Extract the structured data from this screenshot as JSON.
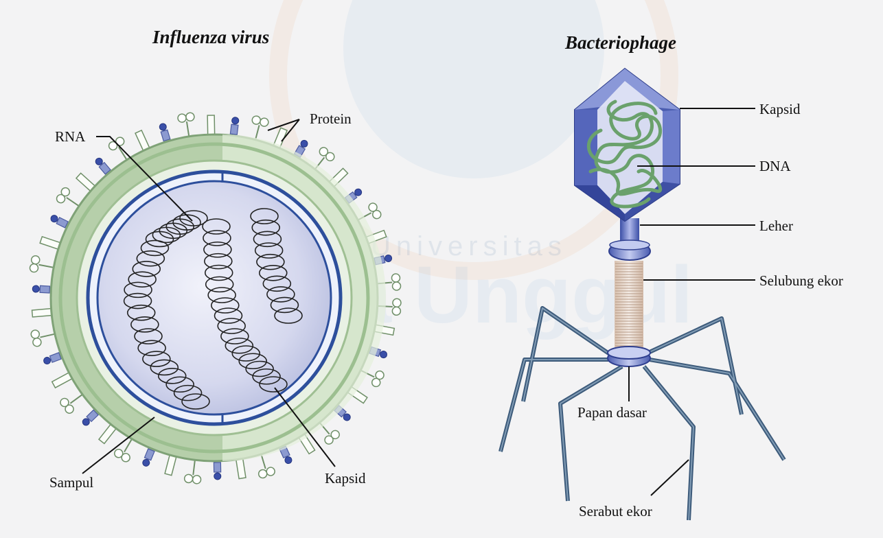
{
  "watermark": {
    "small": "Universitas",
    "big": "Esa Unggul"
  },
  "influenza": {
    "title": "Influenza virus",
    "labels": {
      "rna": "RNA",
      "protein": "Protein",
      "sampul": "Sampul",
      "kapsid": "Kapsid"
    }
  },
  "bacteriophage": {
    "title": "Bacteriophage",
    "labels": {
      "kapsid": "Kapsid",
      "dna": "DNA",
      "leher": "Leher",
      "selubung_ekor": "Selubung ekor",
      "papan_dasar": "Papan dasar",
      "serabut_ekor": "Serabut ekor"
    }
  },
  "colors": {
    "envelope": "#b9d2ae",
    "envelope_dark": "#8fb386",
    "capsid_ring": "#2d4f9c",
    "interior": "#cfd3ea",
    "phage_head": "#5d6fc0",
    "phage_dna": "#6aa16c",
    "tail_fiber": "#3c5a7a"
  }
}
